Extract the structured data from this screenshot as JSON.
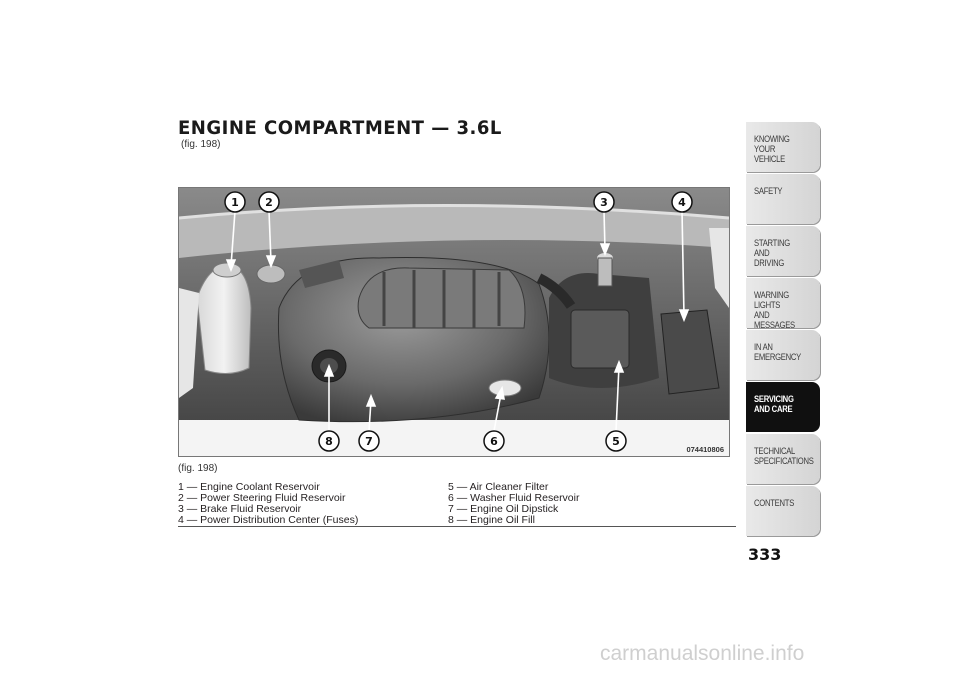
{
  "heading": "ENGINE COMPARTMENT — 3.6L",
  "fig_ref_top": "(fig. 198)",
  "photo": {
    "image_code": "074410806",
    "callouts": [
      "1",
      "2",
      "3",
      "4",
      "8",
      "7",
      "6",
      "5"
    ]
  },
  "fig_label": "(fig. 198)",
  "legend": {
    "left": [
      "1 — Engine Coolant Reservoir",
      "2 — Power Steering Fluid Reservoir",
      "3 — Brake Fluid Reservoir",
      "4 — Power Distribution Center (Fuses)"
    ],
    "right": [
      "5 — Air Cleaner Filter",
      "6 — Washer Fluid Reservoir",
      "7 — Engine Oil Dipstick",
      "8 — Engine Oil Fill"
    ]
  },
  "tabs": [
    {
      "label": "KNOWING\nYOUR\nVEHICLE"
    },
    {
      "label": "SAFETY"
    },
    {
      "label": "STARTING\nAND\nDRIVING"
    },
    {
      "label": "WARNING\nLIGHTS\nAND\nMESSAGES"
    },
    {
      "label": "IN AN\nEMERGENCY"
    },
    {
      "label": "SERVICING\nAND CARE"
    },
    {
      "label": "TECHNICAL\nSPECIFICATIONS"
    },
    {
      "label": "CONTENTS"
    }
  ],
  "active_tab_index": 5,
  "page_number": "333",
  "watermark": "carmanualsonline.info"
}
